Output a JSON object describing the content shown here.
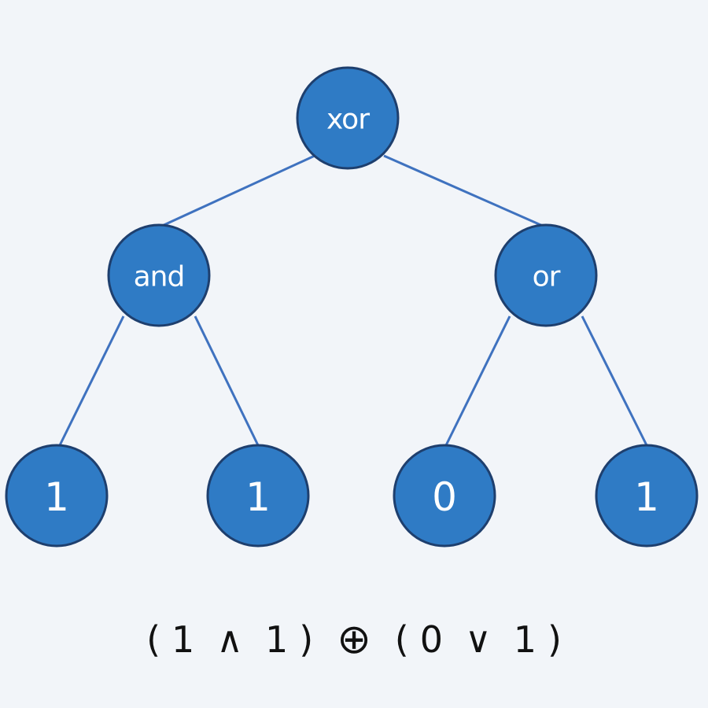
{
  "colors": {
    "background": "#f2f5f9",
    "node_fill": "#2f7bc5",
    "node_stroke": "#1e3f6e",
    "edge": "#3f72bf",
    "label": "#ffffff",
    "expression_text": "#111111"
  },
  "tree": {
    "root": {
      "label": "xor"
    },
    "left": {
      "label": "and"
    },
    "right": {
      "label": "or"
    },
    "leaves": [
      {
        "label": "1"
      },
      {
        "label": "1"
      },
      {
        "label": "0"
      },
      {
        "label": "1"
      }
    ]
  },
  "expression": {
    "open_left": "(",
    "left_a": "1",
    "and_symbol": "∧",
    "left_b": "1",
    "close_left": ")",
    "xor_symbol": "⊕",
    "open_right": "(",
    "right_a": "0",
    "or_symbol": "∨",
    "right_b": "1",
    "close_right": ")"
  }
}
